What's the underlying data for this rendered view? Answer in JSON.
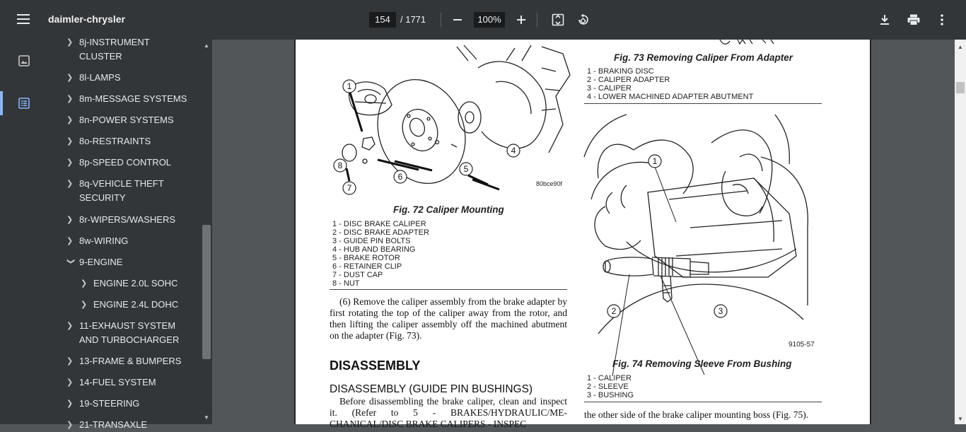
{
  "toolbar": {
    "title": "daimler-chrysler",
    "page_current": "154",
    "page_total": "/ 1771",
    "zoom": "100%"
  },
  "sidebar": {
    "items": [
      {
        "label": "8j-INSTRUMENT CLUSTER",
        "line1": "8j-INSTRUMENT",
        "line2": "CLUSTER",
        "expanded": false
      },
      {
        "label": "8l-LAMPS",
        "expanded": false
      },
      {
        "label": "8m-MESSAGE SYSTEMS",
        "expanded": false
      },
      {
        "label": "8n-POWER SYSTEMS",
        "expanded": false
      },
      {
        "label": "8o-RESTRAINTS",
        "expanded": false
      },
      {
        "label": "8p-SPEED CONTROL",
        "expanded": false
      },
      {
        "label": "8q-VEHICLE THEFT SECURITY",
        "line1": "8q-VEHICLE THEFT",
        "line2": "SECURITY",
        "expanded": false
      },
      {
        "label": "8r-WIPERS/WASHERS",
        "expanded": false
      },
      {
        "label": "8w-WIRING",
        "expanded": false
      },
      {
        "label": "9-ENGINE",
        "expanded": true
      },
      {
        "label": "ENGINE 2.0L SOHC",
        "expanded": false
      },
      {
        "label": "ENGINE 2.4L DOHC",
        "expanded": false
      },
      {
        "label": "11-EXHAUST SYSTEM AND TURBOCHARGER",
        "line1": "11-EXHAUST SYSTEM",
        "line2": "AND TURBOCHARGER",
        "expanded": false
      },
      {
        "label": "13-FRAME & BUMPERS",
        "expanded": false
      },
      {
        "label": "14-FUEL SYSTEM",
        "expanded": false
      },
      {
        "label": "19-STEERING",
        "expanded": false
      },
      {
        "label": "21-TRANSAXLE",
        "expanded": false
      }
    ]
  },
  "document": {
    "fig72": {
      "caption": "Fig. 72 Caliper Mounting",
      "code": "80bce90f",
      "callouts": [
        "1",
        "4",
        "5",
        "6",
        "7",
        "8"
      ],
      "legend": [
        "1 - DISC BRAKE CALIPER",
        "2 - DISC BRAKE ADAPTER",
        "3 - GUIDE PIN BOLTS",
        "4 - HUB AND BEARING",
        "5 - BRAKE ROTOR",
        "6 - RETAINER CLIP",
        "7 - DUST CAP",
        "8 - NUT"
      ]
    },
    "step6": "(6) Remove the caliper assembly from the brake adapter by first rotating the top of the caliper away from the rotor, and then lifting the caliper assembly off the machined abutment on the adapter (Fig. 73).",
    "heading_disassembly": "DISASSEMBLY",
    "heading_guide": "DISASSEMBLY (GUIDE PIN BUSHINGS)",
    "guide_text": "Before disassembling the brake caliper, clean and inspect it. (Refer to 5 - BRAKES/HYDRAULIC/ME-CHANICAL/DISC BRAKE CALIPERS - INSPEC",
    "fig73": {
      "caption": "Fig. 73 Removing Caliper From Adapter",
      "legend": [
        "1 - BRAKING DISC",
        "2 - CALIPER ADAPTER",
        "3 - CALIPER",
        "4 - LOWER MACHINED ADAPTER ABUTMENT"
      ]
    },
    "fig74": {
      "caption": "Fig. 74 Removing Sleeve From Bushing",
      "code": "9105-57",
      "callouts": [
        "1",
        "2",
        "3"
      ],
      "legend": [
        "1 - CALIPER",
        "2 - SLEEVE",
        "3 - BUSHING"
      ]
    },
    "right_text": "the other side of the brake caliper mounting boss (Fig. 75)."
  },
  "icons": {
    "menu": "menu-icon",
    "minus": "zoom-out-icon",
    "plus": "zoom-in-icon",
    "fit": "fit-to-page-icon",
    "rotate": "rotate-icon",
    "download": "download-icon",
    "print": "print-icon",
    "more": "more-vert-icon",
    "thumbnail": "thumbnail-icon",
    "outline": "outline-icon"
  }
}
